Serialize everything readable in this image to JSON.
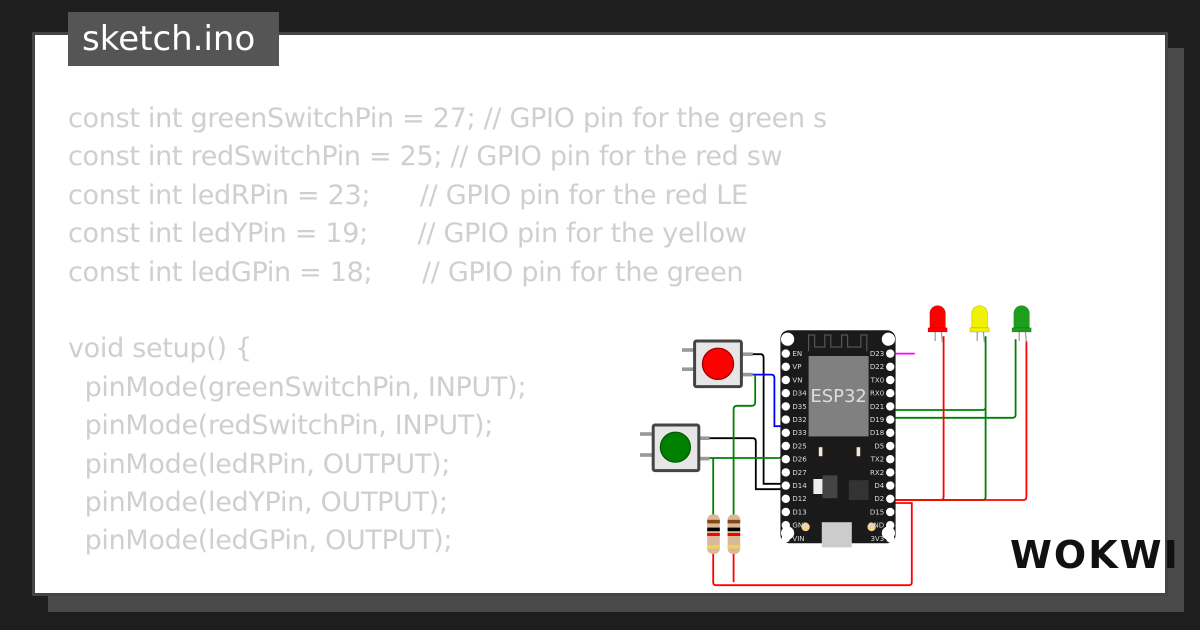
{
  "title": "sketch.ino",
  "code_lines": [
    "const int greenSwitchPin = 27; // GPIO pin for the green s",
    "const int redSwitchPin = 25; // GPIO pin for the red sw",
    "const int ledRPin = 23;      // GPIO pin for the red LE",
    "const int ledYPin = 19;      // GPIO pin for the yellow",
    "const int ledGPin = 18;      // GPIO pin for the green",
    "",
    "void setup() {",
    "  pinMode(greenSwitchPin, INPUT);",
    "  pinMode(redSwitchPin, INPUT);",
    "  pinMode(ledRPin, OUTPUT);",
    "  pinMode(ledYPin, OUTPUT);",
    "  pinMode(ledGPin, OUTPUT);"
  ],
  "board": {
    "label": "ESP32",
    "left_pins": [
      "EN",
      "VP",
      "VN",
      "D34",
      "D35",
      "D32",
      "D33",
      "D25",
      "D26",
      "D27",
      "D14",
      "D12",
      "D13",
      "GND",
      "VIN"
    ],
    "right_pins": [
      "D23",
      "D22",
      "TX0",
      "RX0",
      "D21",
      "D19",
      "D18",
      "D5",
      "TX2",
      "RX2",
      "D4",
      "D2",
      "D15",
      "GND",
      "3V3"
    ]
  },
  "leds": [
    {
      "color": "#ff0000"
    },
    {
      "color": "#f2f200"
    },
    {
      "color": "#1e9e1e"
    }
  ],
  "buttons": [
    {
      "color": "#ff0000"
    },
    {
      "color": "#008000"
    }
  ],
  "brand": "WOKWI"
}
